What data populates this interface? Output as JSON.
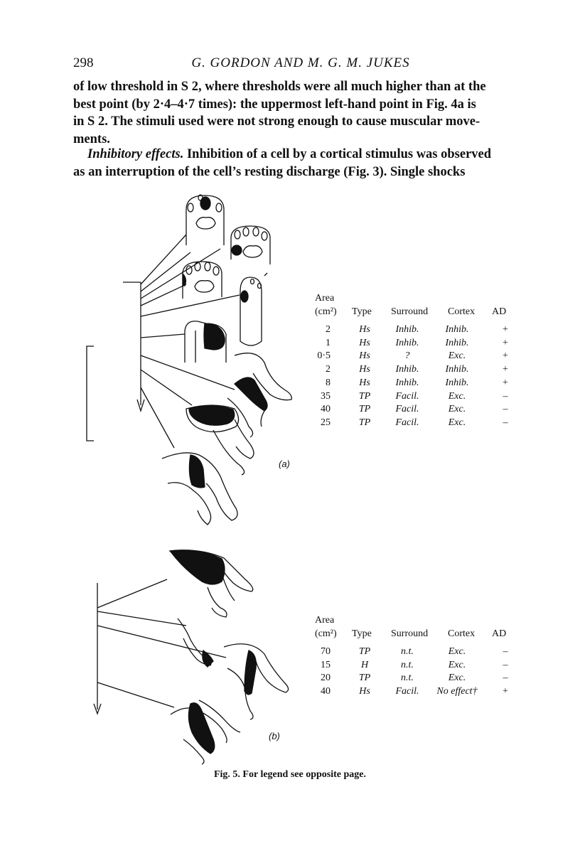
{
  "header": {
    "page_number": "298",
    "running_head": "G. GORDON AND M. G. M. JUKES"
  },
  "paragraph1": {
    "lines": [
      "of low threshold in S 2, where thresholds were all much higher than at the",
      "best point (by 2·4–4·7 times): the uppermost left-hand point in Fig. 4a is",
      "in S 2. The stimuli used were not strong enough to cause muscular move-",
      "ments."
    ]
  },
  "paragraph2": {
    "lead": "Inhibitory effects.",
    "lines": [
      " Inhibition of a cell by a cortical stimulus was observed",
      "as an interruption of the cell’s resting discharge (Fig. 3). Single shocks"
    ]
  },
  "figure_a": {
    "label": "(a)",
    "table": {
      "header_area": "Area",
      "header_unit": "(cm²)",
      "columns": [
        "Type",
        "Surround",
        "Cortex",
        "AD"
      ],
      "rows": [
        [
          "2",
          "Hs",
          "Inhib.",
          "Inhib.",
          "+"
        ],
        [
          "1",
          "Hs",
          "Inhib.",
          "Inhib.",
          "+"
        ],
        [
          "0·5",
          "Hs",
          "?",
          "Exc.",
          "+"
        ],
        [
          "2",
          "Hs",
          "Inhib.",
          "Inhib.",
          "+"
        ],
        [
          "8",
          "Hs",
          "Inhib.",
          "Inhib.",
          "+"
        ],
        [
          "35",
          "TP",
          "Facil.",
          "Exc.",
          "–"
        ],
        [
          "40",
          "TP",
          "Facil.",
          "Exc.",
          "–"
        ],
        [
          "25",
          "TP",
          "Facil.",
          "Exc.",
          "–"
        ]
      ]
    }
  },
  "figure_b": {
    "label": "(b)",
    "table": {
      "header_area": "Area",
      "header_unit": "(cm²)",
      "columns": [
        "Type",
        "Surround",
        "Cortex",
        "AD"
      ],
      "rows": [
        [
          "70",
          "TP",
          "n.t.",
          "Exc.",
          "–"
        ],
        [
          "15",
          "H",
          "n.t.",
          "Exc.",
          "–"
        ],
        [
          "20",
          "TP",
          "n.t.",
          "Exc.",
          "–"
        ],
        [
          "40",
          "Hs",
          "Facil.",
          "No effect†",
          "+"
        ]
      ]
    }
  },
  "caption": "Fig. 5. For legend see opposite page."
}
